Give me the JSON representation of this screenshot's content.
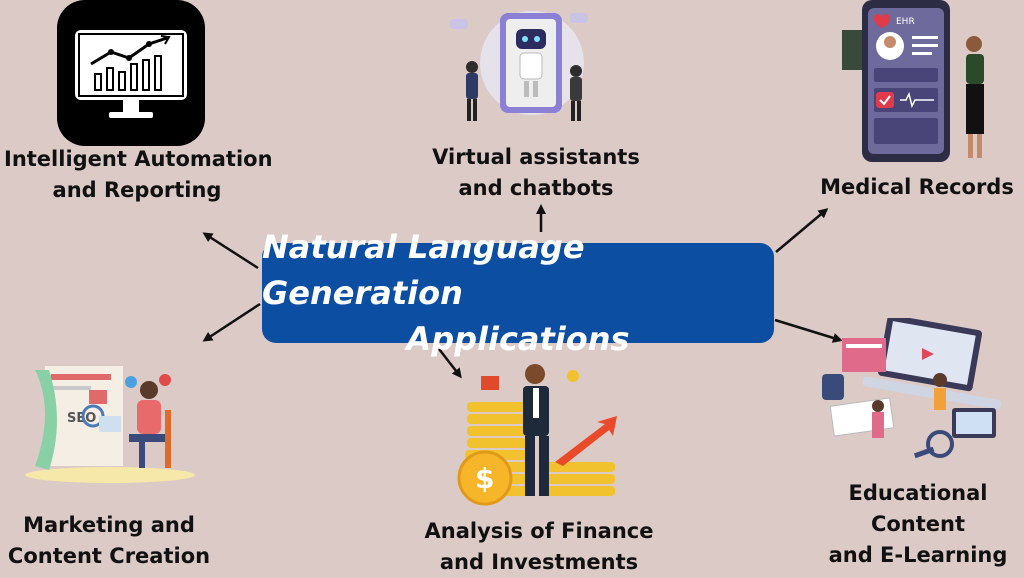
{
  "center_title": [
    "Natural Language Generation",
    "Applications"
  ],
  "nodes": {
    "automation": [
      "Intelligent Automation",
      "and Reporting"
    ],
    "assistants": [
      "Virtual assistants",
      "and chatbots"
    ],
    "medical": [
      "Medical Records"
    ],
    "marketing": [
      "Marketing and",
      "Content Creation"
    ],
    "finance": [
      "Analysis of Finance",
      "and Investments"
    ],
    "education": [
      "Educational",
      "Content",
      "and E-Learning"
    ]
  },
  "icon_text": {
    "ehr": "EHR",
    "seo": "SEO",
    "dollar": "$"
  }
}
